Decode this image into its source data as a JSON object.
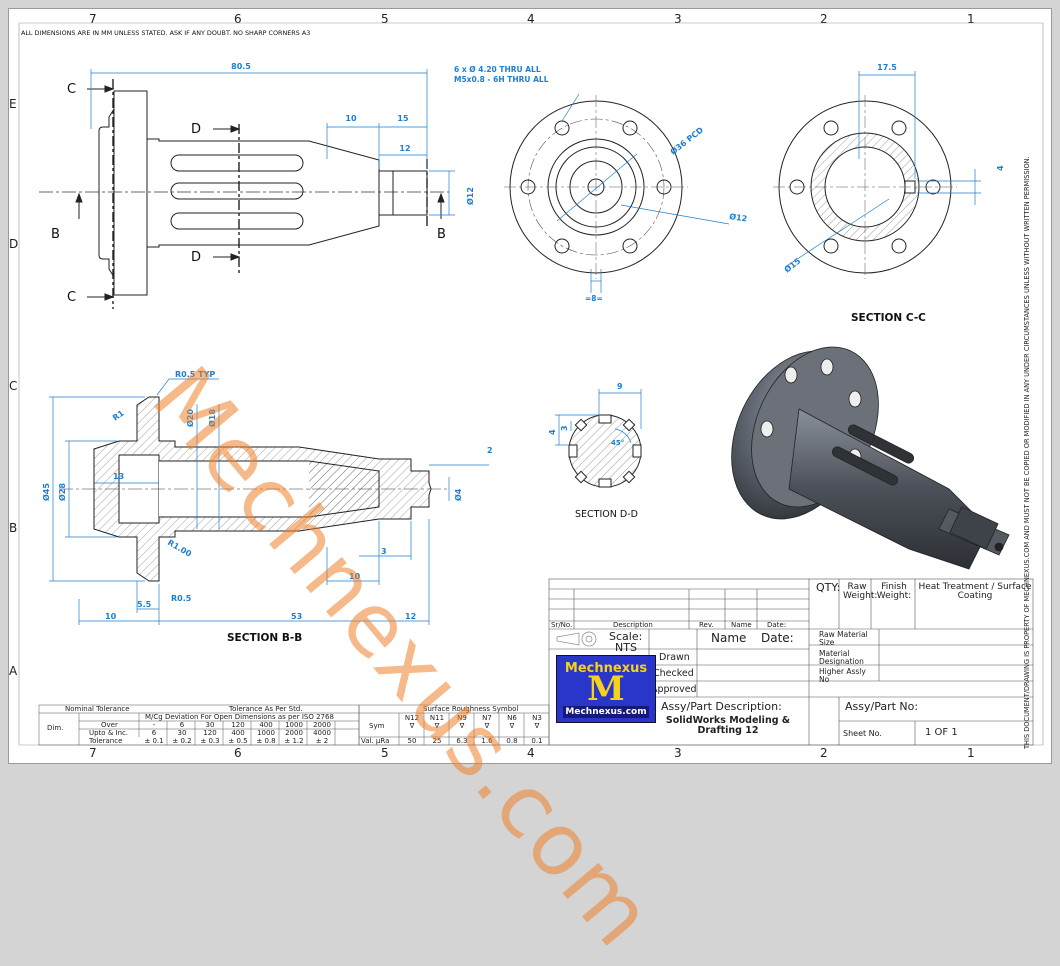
{
  "sheet": {
    "zones_top": [
      "7",
      "6",
      "5",
      "4",
      "3",
      "2",
      "1"
    ],
    "zones_side": [
      "E",
      "D",
      "C",
      "B",
      "A"
    ],
    "general_note": "ALL DIMENSIONS ARE IN MM UNLESS STATED. ASK IF ANY DOUBT.  NO SHARP CORNERS  A3",
    "copyright_note": "THIS DOCUMENT/DRAWING IS PROPERTY OF MECHNEXUS.COM AND MUST NOT BE COPIED OR MODIFIED IN ANY UNDER CIRCUMSTANCES UNLESS WITHOUT WRITTEN PERMISSION.",
    "watermark": "Mechnexus.com"
  },
  "views": {
    "front": {
      "dims": {
        "overall": "80.5",
        "len10": "10",
        "len15": "15",
        "len12": "12",
        "dia12": "Ø12"
      },
      "markers": {
        "c": "C",
        "d": "D",
        "b": "B"
      }
    },
    "end": {
      "hole_note_1": "6 x Ø 4.20 THRU ALL",
      "hole_note_2": "M5x0.8 - 6H THRU ALL",
      "pcd": "Ø36 PCD",
      "dia12": "Ø12",
      "width8": "=8="
    },
    "section_cc": {
      "title": "SECTION C-C",
      "dim_17_5": "17.5",
      "dim_4": "4",
      "dia15": "Ø15"
    },
    "section_bb": {
      "title": "SECTION B-B",
      "r05typ": "R0.5 TYP",
      "r1": "R1",
      "dia20": "Ø20",
      "dia18": "Ø18",
      "dia45": "Ø45",
      "dia28": "Ø28",
      "dim13": "13",
      "r100": "R1.00",
      "r05": "R0.5",
      "dim55": "5.5",
      "dim10a": "10",
      "dim53": "53",
      "dim12": "12",
      "dim10b": "10",
      "dim3": "3",
      "dim2": "2",
      "dia4": "Ø4"
    },
    "section_dd": {
      "title": "SECTION D-D",
      "dim9": "9",
      "dim4": "4",
      "dim3": "3",
      "ang": "45°"
    }
  },
  "tolerance_table": {
    "title_nominal": "Nominal Tolerance",
    "title_std": "Tolerance As Per Std.",
    "subtitle": "M/Cg Deviation For Open Dimensions as per ISO 2768",
    "dim_label": "Dim.",
    "over_label": "Over",
    "upto_label": "Upto & Inc.",
    "tol_label": "Tolerance",
    "over": [
      "-",
      "6",
      "30",
      "120",
      "400",
      "1000",
      "2000"
    ],
    "upto": [
      "6",
      "30",
      "120",
      "400",
      "1000",
      "2000",
      "4000"
    ],
    "tol": [
      "± 0.1",
      "± 0.2",
      "± 0.3",
      "± 0.5",
      "± 0.8",
      "± 1.2",
      "± 2"
    ]
  },
  "roughness_table": {
    "title": "Surface Roughness Symbol",
    "sym_label": "Sym",
    "val_label": "Val. μRa",
    "grades": [
      "N12",
      "N11",
      "N9",
      "N7",
      "N6",
      "N3"
    ],
    "values": [
      "50",
      "25",
      "6.3",
      "1.6",
      "0.8",
      "0.1"
    ]
  },
  "title_block": {
    "qty": "QTY:",
    "raw_weight": "Raw Weight:",
    "finish_weight": "Finish Weight:",
    "heat_treatment": "Heat Treatment / Surface Coating",
    "srno": "Sr/No.",
    "description": "Description",
    "rev": "Rev.",
    "name_small": "Name",
    "date_small": "Date:",
    "scale_label": "Scale:",
    "scale_value": "NTS",
    "name": "Name",
    "date": "Date:",
    "raw_material_size": "Raw Material Size",
    "drawn": "Drawn",
    "checked": "Checked",
    "approved": "Approved",
    "material_designation": "Material Designation",
    "higher_assy": "Higher Assly No",
    "assy_desc_label": "Assy/Part Description:",
    "assy_no_label": "Assy/Part No:",
    "description_value": "SolidWorks Modeling & Drafting 12",
    "sheet_no_label": "Sheet No.",
    "sheet_no_value": "1 OF 1"
  },
  "logo": {
    "top": "Mechnexus",
    "letter": "M",
    "url": "Mechnexus.com"
  }
}
